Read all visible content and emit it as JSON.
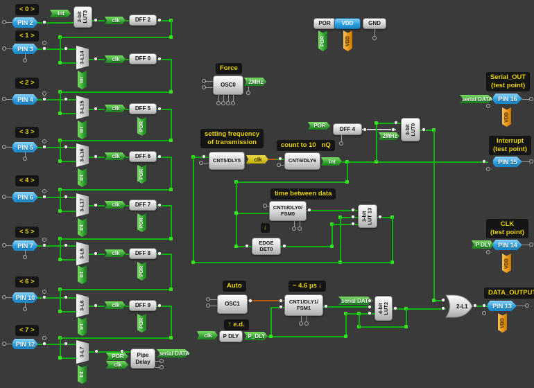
{
  "colors": {
    "background": "#3a3a3a",
    "wire_green": "#0db40d",
    "flag_green": "#2c9c2c",
    "flag_yellow": "#cdb900",
    "flag_orange": "#e8920f",
    "pin_blue": "#2b9fe0",
    "label_yellow": "#e8d200"
  },
  "power": {
    "por": "POR",
    "vdd": "VDD",
    "gnd": "GND",
    "por_flag": "POR",
    "vdd_flag": "VDD"
  },
  "rows": [
    {
      "idx": "< 0 >",
      "pin": "PIN 2",
      "luta": "2-bit",
      "lutb": "LUT3",
      "int": "Int",
      "clk": "clk",
      "dff": "DFF 2"
    },
    {
      "idx": "< 1 >",
      "pin": "PIN 3",
      "lut": "3-L14",
      "int": "Int",
      "clk": "clk",
      "dff": "DFF 0"
    },
    {
      "idx": "< 2 >",
      "pin": "PIN 4",
      "lut": "3-L15",
      "int": "Int",
      "clk": "clk",
      "dff": "DFF 5",
      "por": "POR"
    },
    {
      "idx": "< 3 >",
      "pin": "PIN 5",
      "lut": "3-L16",
      "int": "Int",
      "clk": "clk",
      "dff": "DFF 6",
      "por": "POR"
    },
    {
      "idx": "< 4 >",
      "pin": "PIN 6",
      "lut": "3-L17",
      "int": "Int",
      "clk": "clk",
      "dff": "DFF 7",
      "por": "POR"
    },
    {
      "idx": "< 5 >",
      "pin": "PIN 7",
      "lut": "3-L5",
      "int": "Int",
      "clk": "clk",
      "dff": "DFF 8",
      "por": "POR"
    },
    {
      "idx": "< 6 >",
      "pin": "PIN 10",
      "lut": "3-L6",
      "int": "Int",
      "clk": "clk",
      "dff": "DFF 9",
      "por": "POR"
    },
    {
      "idx": "< 7 >",
      "pin": "PIN 12",
      "lut": "3-L7",
      "int": "Int"
    }
  ],
  "pipe": {
    "l1": "Pipe",
    "l2": "Delay",
    "por": "POR",
    "clk": "clk",
    "out": "serial DATA"
  },
  "mid": {
    "force": "Force",
    "osc0": "OSC0",
    "mhz2": "2MHz",
    "freq_note_1": "setting frequency",
    "freq_note_2": "of transmission",
    "cnt5": "CNT5/DLY5",
    "clk_flag": "clk",
    "count_note": "count to 10   nQ",
    "cnt6": "CNT6/DLY6",
    "int_flag": "Int",
    "por_flag": "POR",
    "dff4": "DFF 4",
    "lut0a": "3-bit",
    "lut0b": "LUT0",
    "mhz2_in": "2MHz",
    "time_note": "time between data",
    "cnt0_1": "CNT0/DLY0/",
    "cnt0_2": "FSM0",
    "down_arrow": "↓",
    "edge_1": "EDGE",
    "edge_2": "DET0",
    "lut13a": "3-bit",
    "lut13b": "LUT 13",
    "auto": "Auto",
    "osc1": "OSC1",
    "us_note": "~ 4.6 µs ↓",
    "cnt1_1": "CNT1/DLY1/",
    "cnt1_2": "FSM1",
    "serial_flag": "serial DATA",
    "lut2a": "4-bit",
    "lut2b": "LUT2",
    "ed_note": "↑ e.d.",
    "clk_in": "clk",
    "pdly_block": "P DLY",
    "pdly_flag": "P_DLY",
    "gate": "2-L1"
  },
  "right": {
    "serial_out_1": "Serial_OUT",
    "serial_out_2": "(test point)",
    "serial_flag": "serial DATA",
    "pin16": "PIN 16",
    "interrupt_1": "Interrupt",
    "interrupt_2": "(test point)",
    "pin15": "PIN 15",
    "clk_1": "CLK",
    "clk_2": "(test point)",
    "pdly_flag": "P DLY",
    "pin14": "PIN 14",
    "data_output": "DATA_OUTPUT",
    "pin13": "PIN 13",
    "vdd_flag": "VDD"
  }
}
